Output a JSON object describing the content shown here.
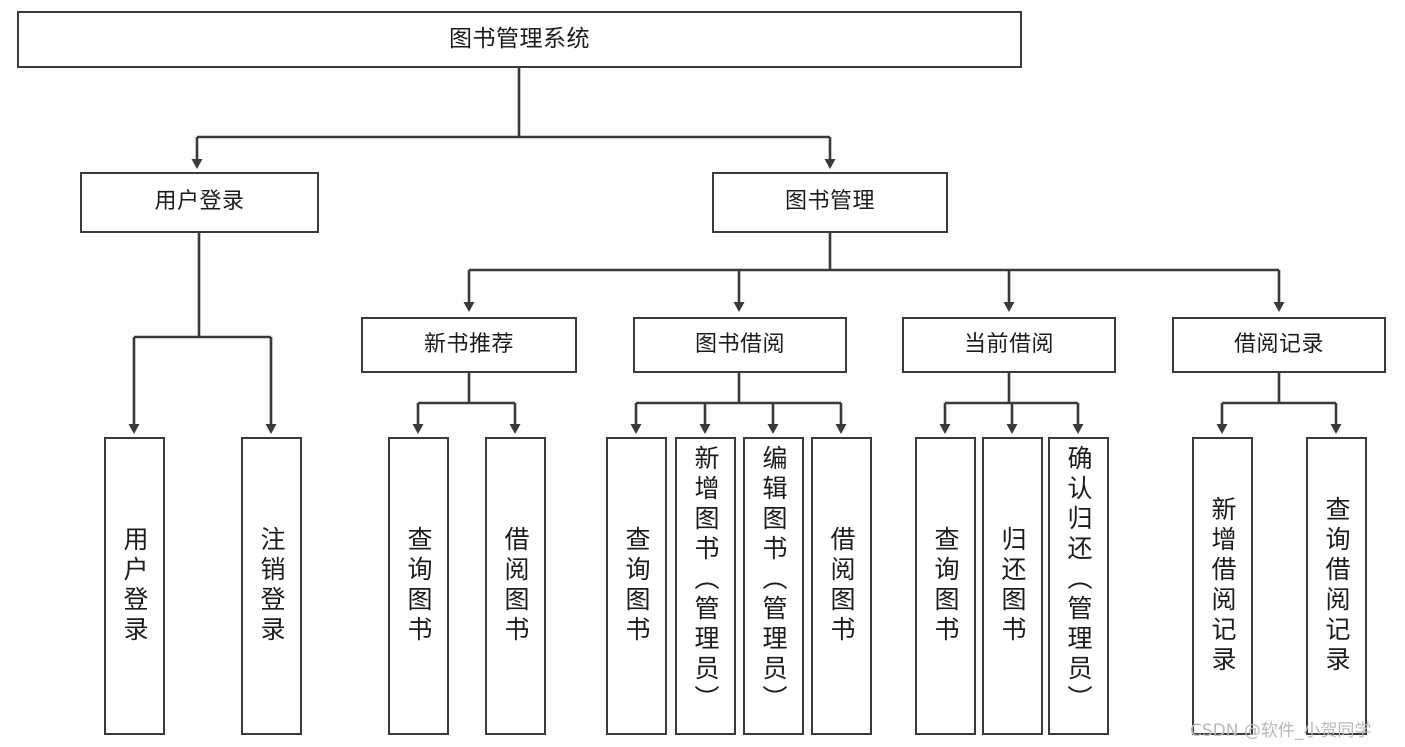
{
  "diagram": {
    "title": "图书管理系统",
    "type": "hierarchy-tree",
    "watermark": "CSDN @软件_小贺同学",
    "colors": {
      "border": "#3a3a3a",
      "box_fill": "#ffffff",
      "page_bg": "#fdfdfd",
      "text": "#1c1c1c",
      "watermark": "#b9b9b9"
    },
    "nodes": {
      "root": "图书管理系统",
      "level1": [
        "用户登录",
        "图书管理"
      ],
      "level2": [
        "新书推荐",
        "图书借阅",
        "当前借阅",
        "借阅记录"
      ],
      "leaves": {
        "user_login": [
          "用户登录",
          "注销登录"
        ],
        "new_book_recommend": [
          "查询图书",
          "借阅图书"
        ],
        "book_borrow": [
          "查询图书",
          "新增图书（管理员）",
          "编辑图书（管理员）",
          "借阅图书"
        ],
        "current_borrow": [
          "查询图书",
          "归还图书",
          "确认归还（管理员）"
        ],
        "borrow_record": [
          "新增借阅记录",
          "查询借阅记录"
        ]
      }
    },
    "edges": [
      {
        "from": "图书管理系统",
        "to": "用户登录"
      },
      {
        "from": "图书管理系统",
        "to": "图书管理"
      },
      {
        "from": "用户登录",
        "to": "用户登录"
      },
      {
        "from": "用户登录",
        "to": "注销登录"
      },
      {
        "from": "图书管理",
        "to": "新书推荐"
      },
      {
        "from": "图书管理",
        "to": "图书借阅"
      },
      {
        "from": "图书管理",
        "to": "当前借阅"
      },
      {
        "from": "图书管理",
        "to": "借阅记录"
      },
      {
        "from": "新书推荐",
        "to": "查询图书"
      },
      {
        "from": "新书推荐",
        "to": "借阅图书"
      },
      {
        "from": "图书借阅",
        "to": "查询图书"
      },
      {
        "from": "图书借阅",
        "to": "新增图书（管理员）"
      },
      {
        "from": "图书借阅",
        "to": "编辑图书（管理员）"
      },
      {
        "from": "图书借阅",
        "to": "借阅图书"
      },
      {
        "from": "当前借阅",
        "to": "查询图书"
      },
      {
        "from": "当前借阅",
        "to": "归还图书"
      },
      {
        "from": "当前借阅",
        "to": "确认归还（管理员）"
      },
      {
        "from": "借阅记录",
        "to": "新增借阅记录"
      },
      {
        "from": "借阅记录",
        "to": "查询借阅记录"
      }
    ]
  }
}
